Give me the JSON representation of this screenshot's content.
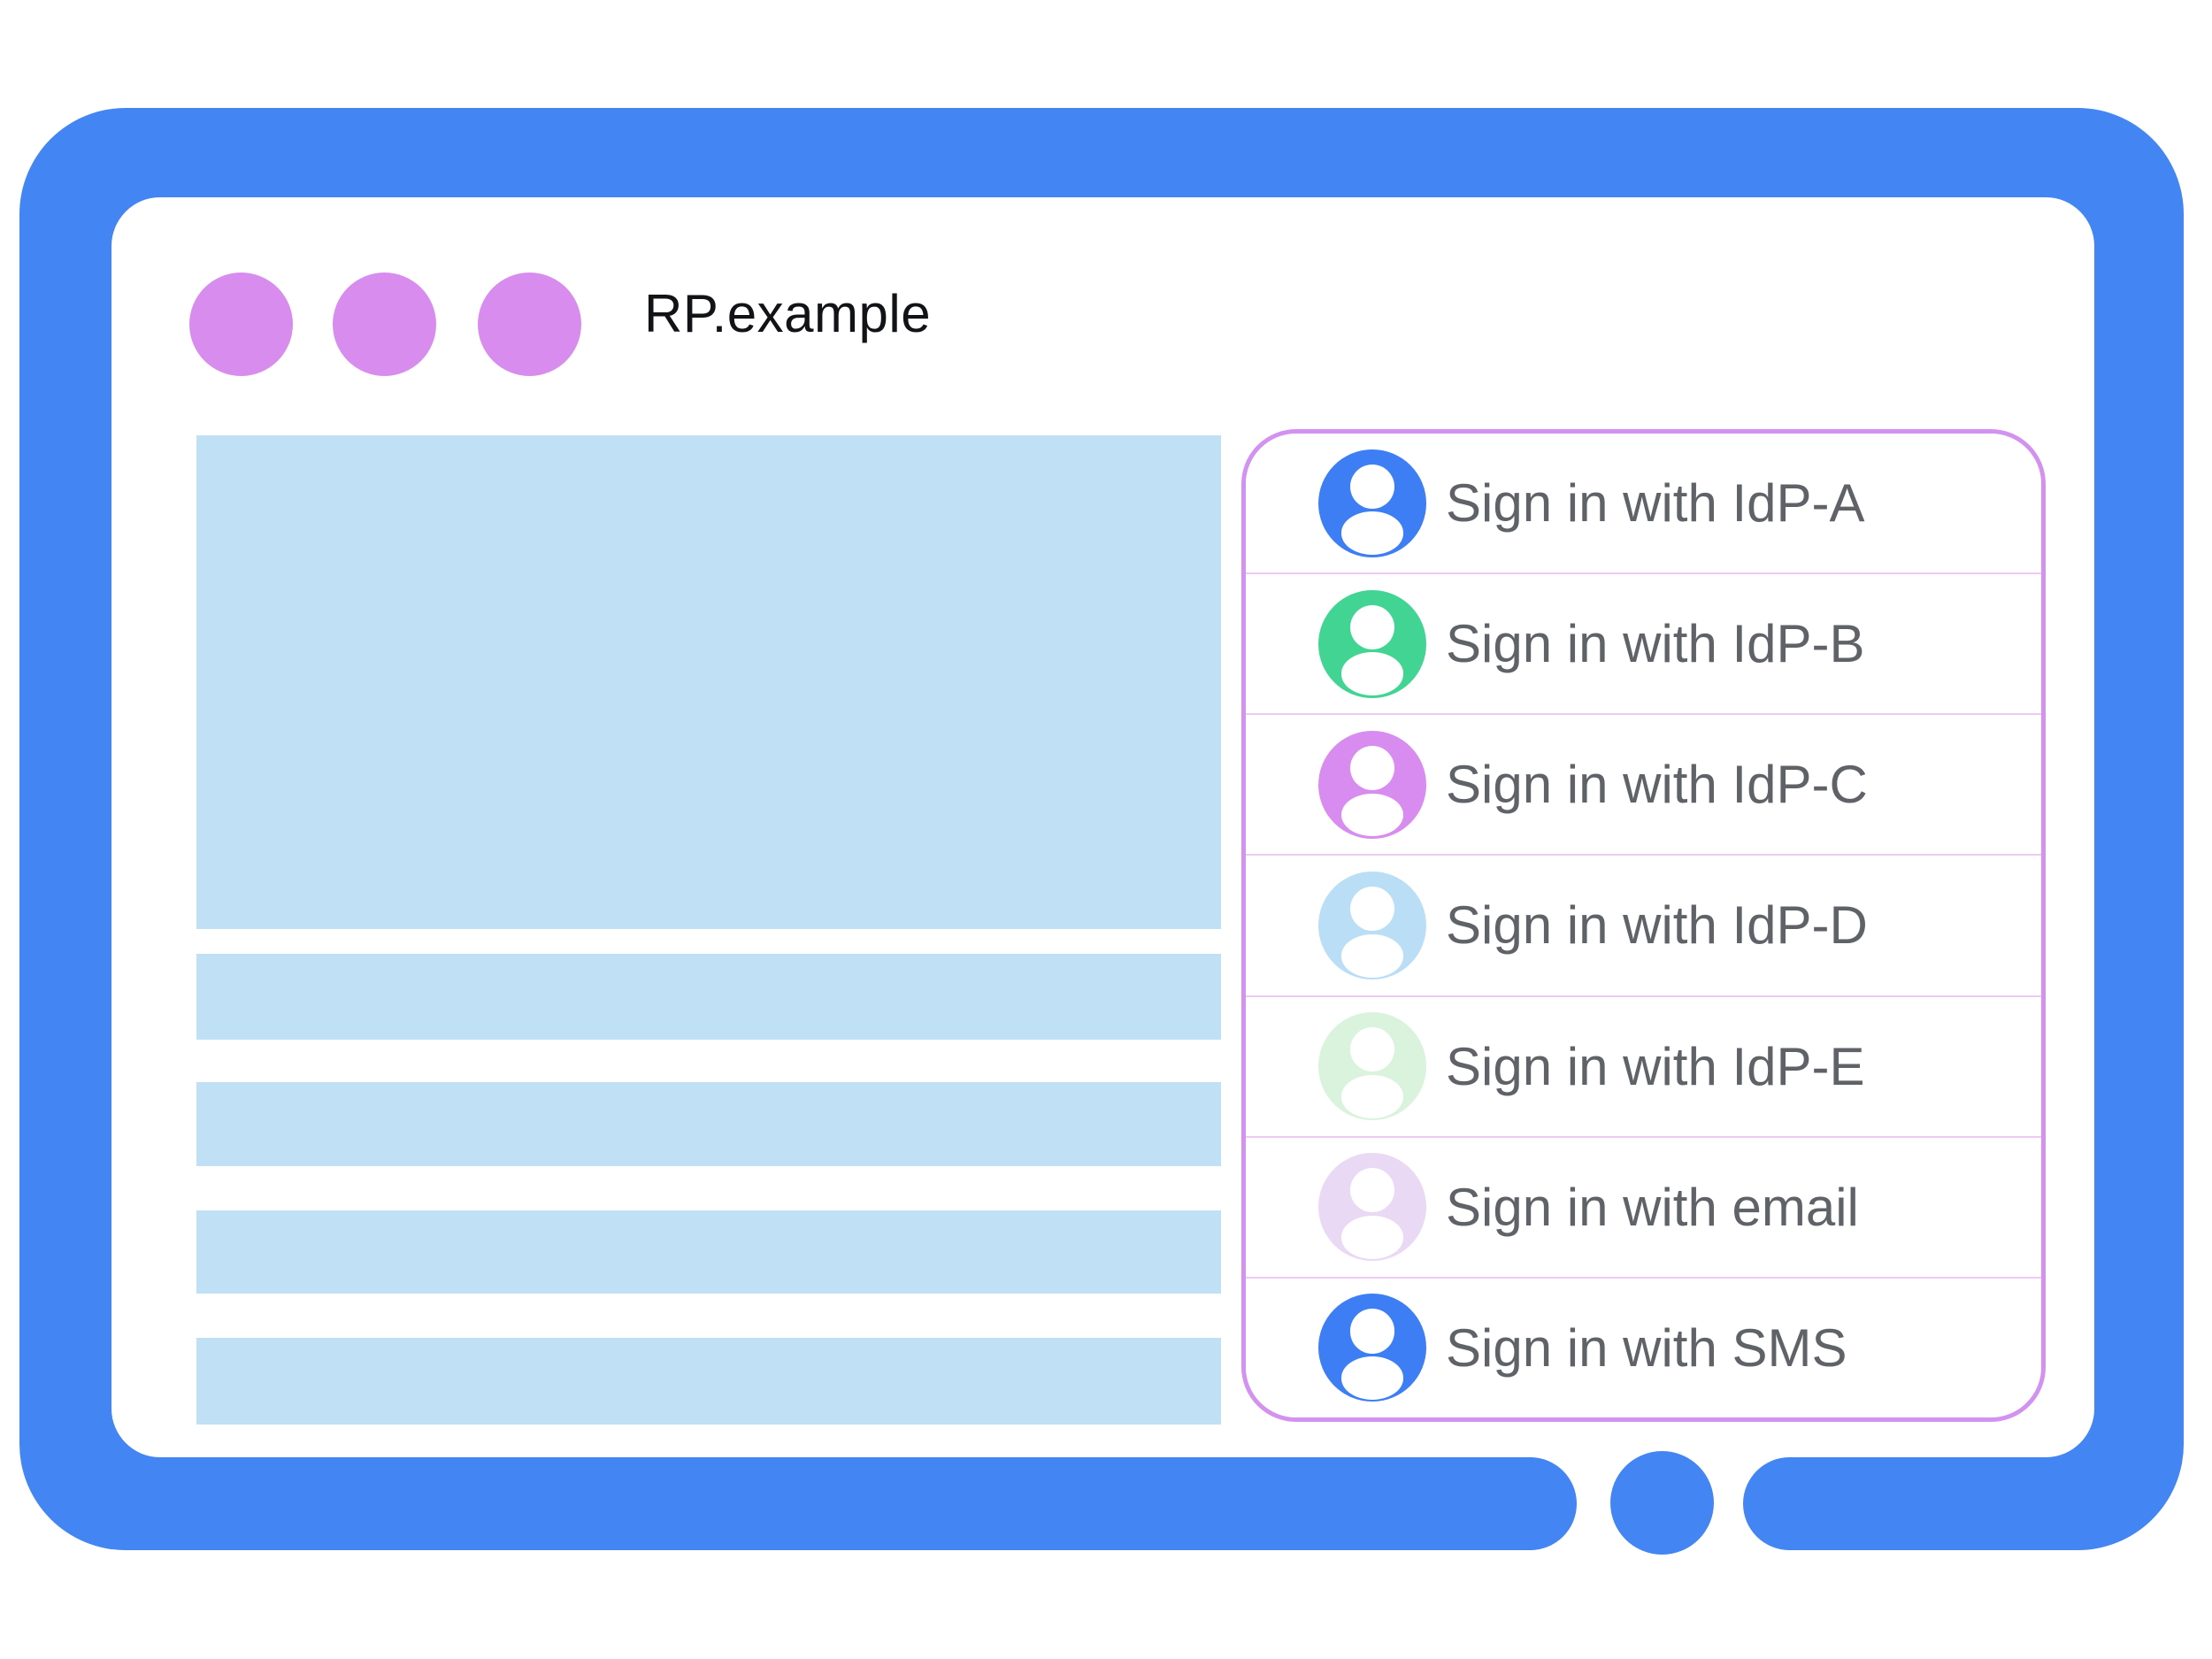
{
  "colors": {
    "frame-blue": "#4285f3",
    "dot-purple": "#d88cee",
    "content-block-blue": "#c0e0f5",
    "panel-border-pink": "#d392ef",
    "divider-pink": "#eec9f6",
    "label-gray": "#5f6368",
    "title-color": "#121316",
    "avatar-person-white": "#ffffff"
  },
  "browser": {
    "title": "RP.example",
    "window_dot_color": "#d88cee",
    "window_dot_count": 3
  },
  "signin_panel": {
    "border_color": "#d392ef",
    "options": [
      {
        "label": "Sign in with IdP-A",
        "avatar_icon": "person-icon",
        "avatar_color": "#3d7ef4"
      },
      {
        "label": "Sign in with IdP-B",
        "avatar_icon": "person-icon",
        "avatar_color": "#41d492"
      },
      {
        "label": "Sign in with IdP-C",
        "avatar_icon": "person-icon",
        "avatar_color": "#d88cef"
      },
      {
        "label": "Sign in with IdP-D",
        "avatar_icon": "person-icon",
        "avatar_color": "#badef5"
      },
      {
        "label": "Sign in with IdP-E",
        "avatar_icon": "person-icon",
        "avatar_color": "#daf3dd"
      },
      {
        "label": "Sign in with email",
        "avatar_icon": "person-icon",
        "avatar_color": "#ead9f4"
      },
      {
        "label": "Sign in with SMS",
        "avatar_icon": "person-icon",
        "avatar_color": "#3d7ef4"
      }
    ]
  }
}
